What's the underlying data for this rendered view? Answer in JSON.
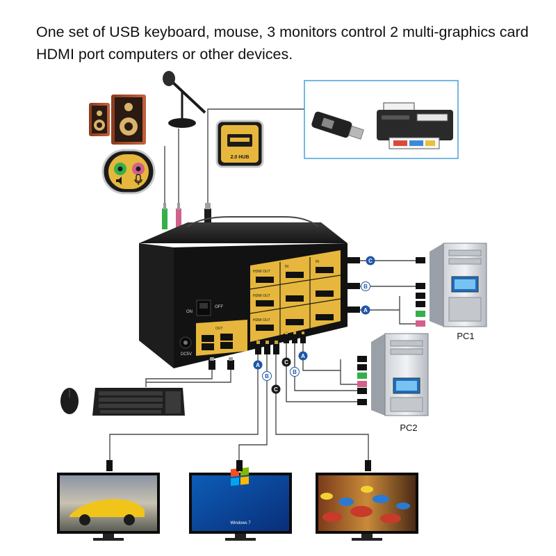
{
  "headline": "One set of USB keyboard, mouse, 3 monitors control 2 multi-graphics card HDMI port computers or other devices.",
  "pc_labels": {
    "pc1": "PC1",
    "pc2": "PC2"
  },
  "hub_label": "2.0 HUB",
  "switch": {
    "on_label": "ON",
    "off_label": "OFF",
    "dc_label": "DC5V",
    "hdmi_out_label": "HDMI OUT",
    "in_label": "IN",
    "usb_out_label": "OUT"
  },
  "port_columns": {
    "in_c": "C",
    "in_b": "B",
    "in_a": "A",
    "out": [
      "C",
      "B",
      "A"
    ]
  },
  "cable_tags": {
    "pc1": [
      "C",
      "B",
      "A"
    ],
    "pc2": [
      "A",
      "B",
      "C"
    ],
    "monitors": [
      "A",
      "B",
      "C"
    ]
  },
  "monitor_screens": [
    "car-wallpaper",
    "windows-7-desktop",
    "cars-movie-poster"
  ],
  "monitor_text": {
    "windows_brand": "Windows 7"
  },
  "colors": {
    "switch_body": "#1a1a1a",
    "port_panel": "#e5b73b",
    "cable_tag": "#1f56a6",
    "cable_line": "#4a4a4a",
    "green_jack": "#33b04a",
    "pink_jack": "#d2608c"
  }
}
